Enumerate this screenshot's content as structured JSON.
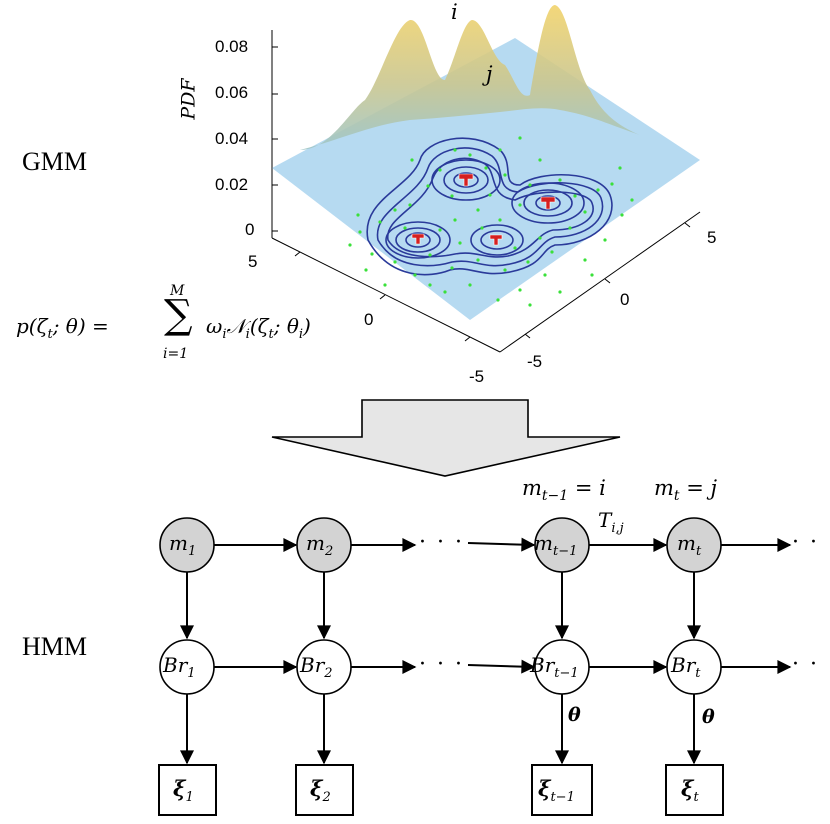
{
  "labels": {
    "gmm": "GMM",
    "hmm": "HMM"
  },
  "plot3d": {
    "z_axis_label": "PDF",
    "z_ticks": [
      "0.08",
      "0.06",
      "0.04",
      "0.02",
      "0"
    ],
    "left_axis_ticks": [
      "5",
      "0",
      "-5"
    ],
    "right_axis_ticks": [
      "5",
      "0",
      "-5"
    ],
    "peak_labels": [
      "i",
      "j"
    ]
  },
  "formula": {
    "text": "p(ζt; θ) = Σ ωi 𝒩i(ζt; θi)",
    "lhs": "p(ζ",
    "lhs_sub": "t",
    "lhs_rest": "; θ) =",
    "sum_upper": "M",
    "sum_lower": "i=1",
    "rhs_a": "ω",
    "rhs_a_sub": "i",
    "rhs_b": "𝒩",
    "rhs_b_sub": "i",
    "rhs_c": "(ζ",
    "rhs_c_sub": "t",
    "rhs_d": "; θ",
    "rhs_d_sub": "i",
    "rhs_e": ")"
  },
  "hmm": {
    "state_annotations": [
      {
        "base": "m",
        "sub": "t−1",
        "rest": " = i"
      },
      {
        "base": "m",
        "sub": "t",
        "rest": " = j"
      }
    ],
    "transition_label": {
      "base": "T",
      "sub": "i,j"
    },
    "hidden_nodes": [
      {
        "base": "m",
        "sub": "1"
      },
      {
        "base": "m",
        "sub": "2"
      },
      {
        "base": "m",
        "sub": "t−1"
      },
      {
        "base": "m",
        "sub": "t"
      }
    ],
    "branch_nodes": [
      {
        "base": "Br",
        "sub": "1"
      },
      {
        "base": "Br",
        "sub": "2"
      },
      {
        "base": "Br",
        "sub": "t−1"
      },
      {
        "base": "Br",
        "sub": "t"
      }
    ],
    "observations": [
      {
        "base": "ξ",
        "sub": "1"
      },
      {
        "base": "ξ",
        "sub": "2"
      },
      {
        "base": "ξ",
        "sub": "t−1"
      },
      {
        "base": "ξ",
        "sub": "t"
      }
    ],
    "emission_labels": [
      "θ",
      "θ"
    ],
    "ellipsis": "· · ·"
  },
  "colors": {
    "hidden_node_fill": "#d3d3d3",
    "plane_fill": "#a9d4ee",
    "contour": "#2a3a9a",
    "scatter": "#3ae03a",
    "center_marker": "#d62020",
    "arrow_fill": "#e6e6e6"
  }
}
